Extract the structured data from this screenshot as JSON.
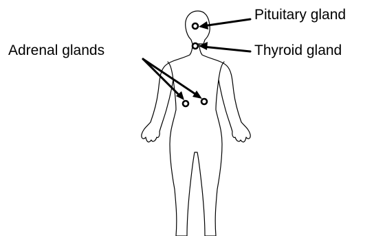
{
  "labels": {
    "pituitary": "Pituitary gland",
    "thyroid": "Thyroid gland",
    "adrenal": "Adrenal glands"
  },
  "colors": {
    "outline": "#000000",
    "background": "#ffffff"
  }
}
